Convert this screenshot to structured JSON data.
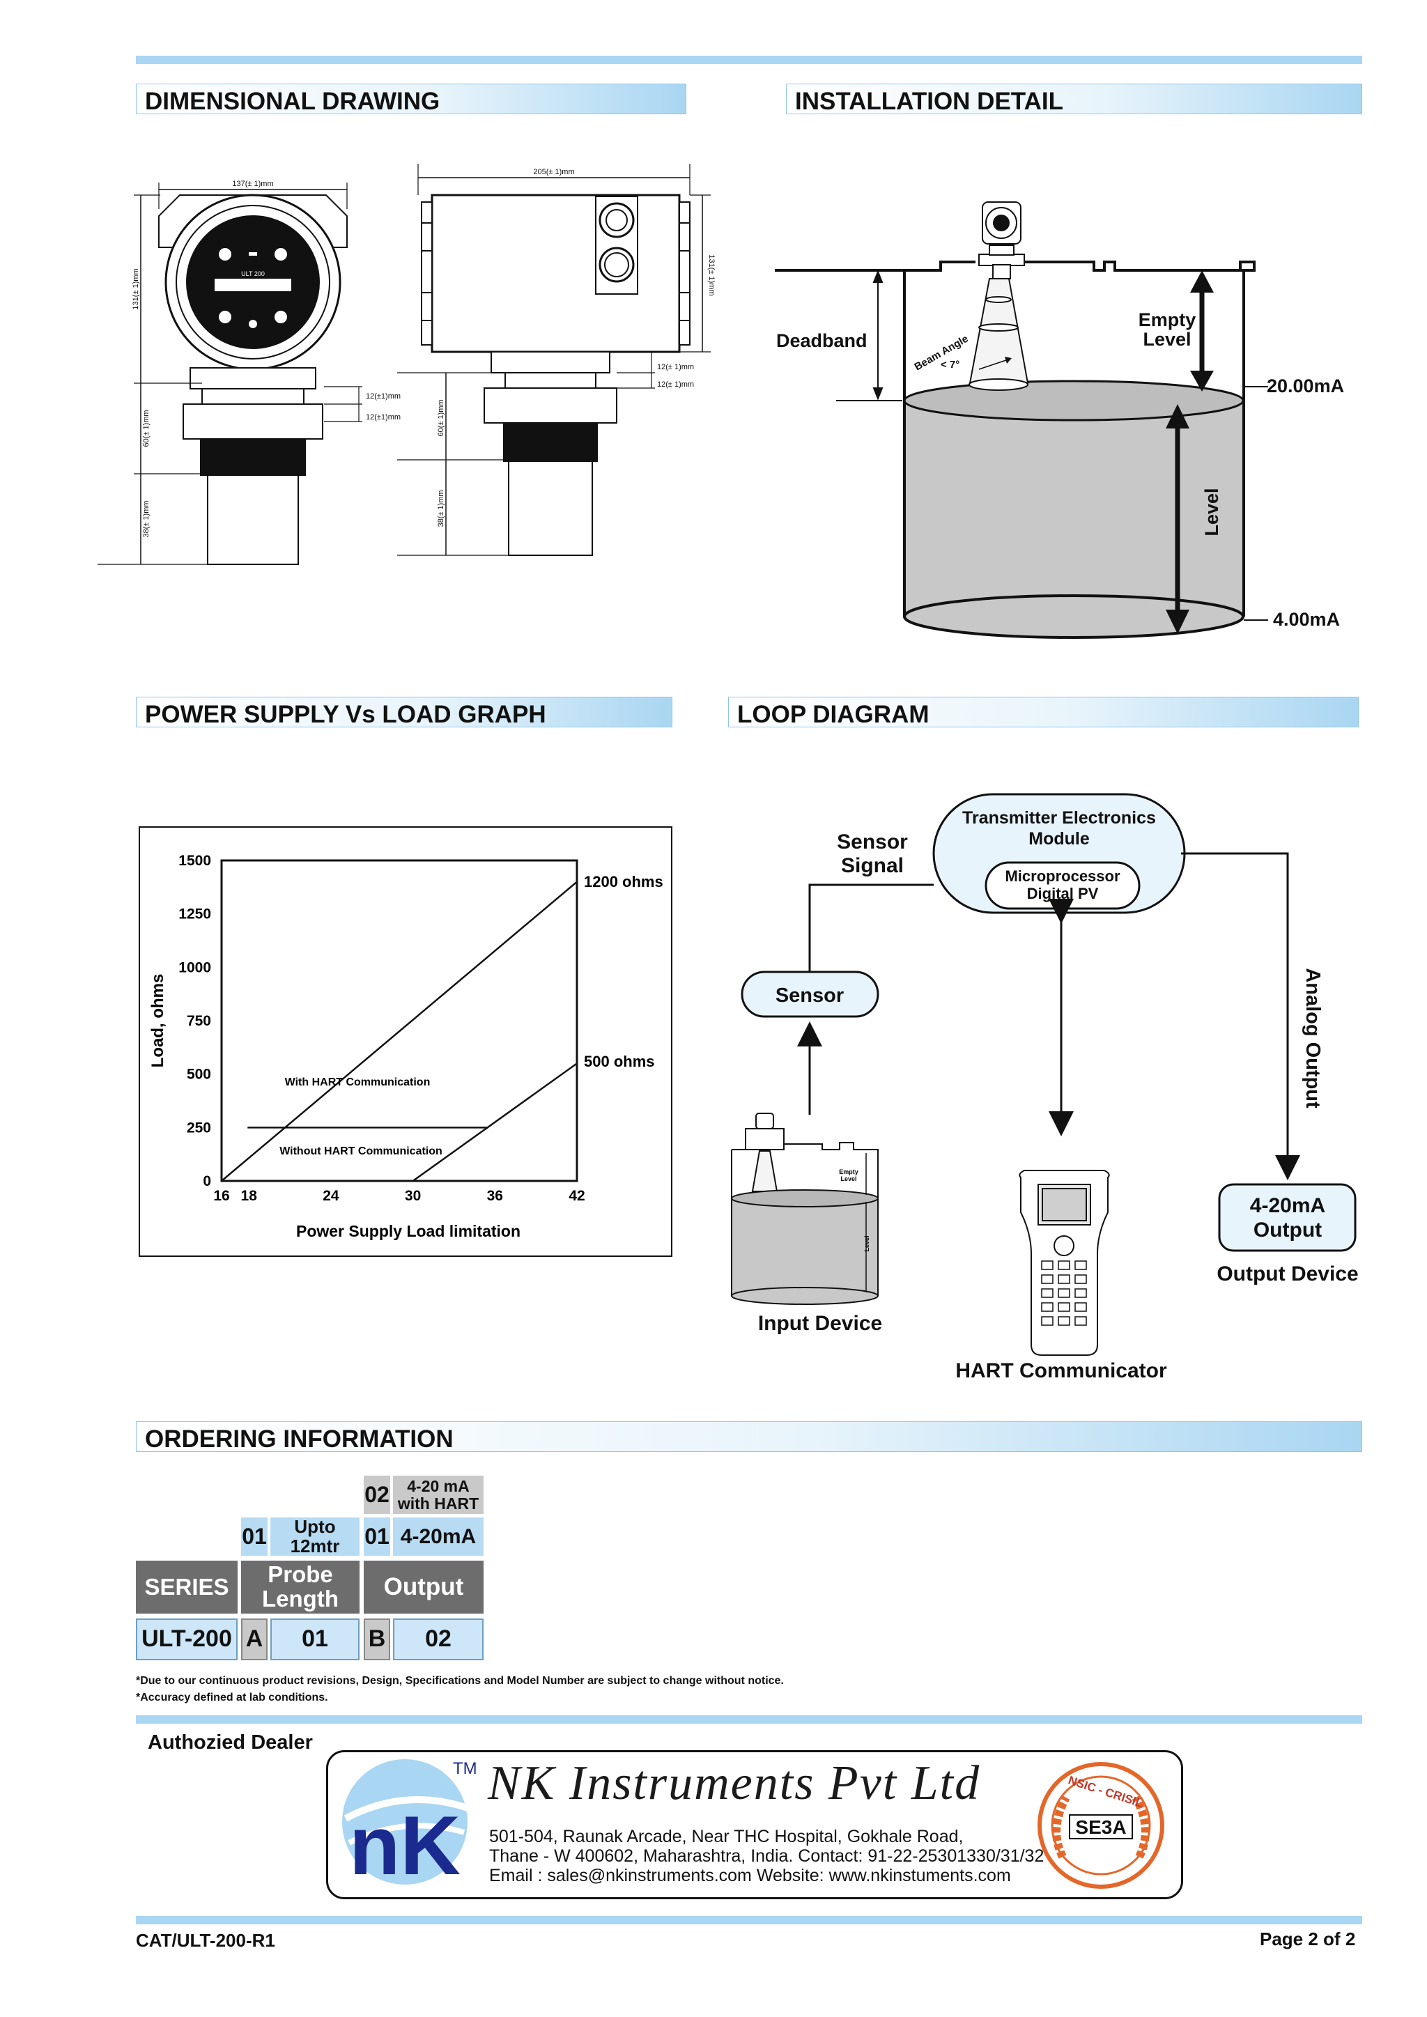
{
  "sections": {
    "dimensional": "DIMENSIONAL DRAWING",
    "installation": "INSTALLATION DETAIL",
    "power": "POWER SUPPLY Vs LOAD GRAPH",
    "loop": "LOOP DIAGRAM",
    "ordering": "ORDERING INFORMATION"
  },
  "dimensional": {
    "front_width": "137(± 1)mm",
    "front_height": "131(± 1)mm",
    "display_text": "ULT 200",
    "dim_12a": "12(±1)mm",
    "dim_12b": "12(±1)mm",
    "dim_60": "60(± 1)mm",
    "dim_38": "38(± 1)mm",
    "side_width": "205(± 1)mm",
    "side_height": "131(± 1)mm",
    "side_12a": "12(± 1)mm",
    "side_12b": "12(± 1)mm",
    "side_60": "60(± 1)mm",
    "side_38": "38(± 1)mm"
  },
  "installation": {
    "deadband": "Deadband",
    "beam_angle": "Beam Angle",
    "beam_value": "< 7°",
    "empty_level_1": "Empty",
    "empty_level_2": "Level",
    "ma_top": "20.00mA",
    "level": "Level",
    "ma_bottom": "4.00mA"
  },
  "chart_data": {
    "type": "line",
    "title": "",
    "xlabel": "Power Supply Load limitation",
    "ylabel": "Load, ohms",
    "xlim": [
      16,
      42
    ],
    "ylim": [
      0,
      1500
    ],
    "x_ticks": [
      "16",
      "18",
      "24",
      "30",
      "36",
      "42"
    ],
    "y_ticks": [
      "0",
      "250",
      "500",
      "750",
      "1000",
      "1250",
      "1500"
    ],
    "lines": [
      {
        "x": [
          16,
          42
        ],
        "y": [
          0,
          1400
        ]
      },
      {
        "x": [
          17.9,
          35.5
        ],
        "y": [
          250,
          250
        ]
      },
      {
        "x": [
          30,
          42
        ],
        "y": [
          0,
          550
        ]
      }
    ],
    "annotations": {
      "upper_limit": "1200 ohms",
      "lower_limit": "500 ohms",
      "with_hart": "With HART Communication",
      "without_hart": "Without HART Communication"
    }
  },
  "loop": {
    "tem_title_1": "Transmitter Electronics",
    "tem_title_2": "Module",
    "micro_1": "Microprocessor",
    "micro_2": "Digital PV",
    "sensor_signal_1": "Sensor",
    "sensor_signal_2": "Signal",
    "sensor": "Sensor",
    "analog_output": "Analog Output",
    "output_box_1": "4-20mA",
    "output_box_2": "Output",
    "output_device": "Output Device",
    "input_device": "Input Device",
    "hart_communicator": "HART Communicator",
    "mini_empty_1": "Empty",
    "mini_empty_2": "Level",
    "mini_level": "Level"
  },
  "ordering": {
    "row_series": "SERIES",
    "row_probe": "Probe Length",
    "row_output": "Output",
    "opt_probe_code": "01",
    "opt_probe_label": "Upto 12mtr",
    "opt_out1_code": "01",
    "opt_out1_label": "4-20mA",
    "opt_out2_code": "02",
    "opt_out2_label": "4-20 mA with HART",
    "model_series": "ULT-200",
    "model_a": "A",
    "model_probe": "01",
    "model_b": "B",
    "model_output": "02"
  },
  "notes": {
    "n1": "*Due  to our continuous product revisions, Design, Specifications and Model Number are subject to change without notice.",
    "n2": "*Accuracy defined at lab conditions."
  },
  "dealer": {
    "label": "Authozied Dealer",
    "company": "NK Instruments Pvt Ltd",
    "tm": "TM",
    "addr1": "501-504, Raunak Arcade, Near THC Hospital, Gokhale Road,",
    "addr2": "Thane - W 400602, Maharashtra, India. Contact: 91-22-25301330/31/32",
    "addr3": "Email : sales@nkinstruments.com Website: www.nkinstuments.com",
    "logo_text": "nK",
    "seal_top": "NSIC - CRISIL",
    "seal_grade": "SE3A"
  },
  "footer": {
    "catalog": "CAT/ULT-200-R1",
    "page": "Page 2 of 2"
  }
}
